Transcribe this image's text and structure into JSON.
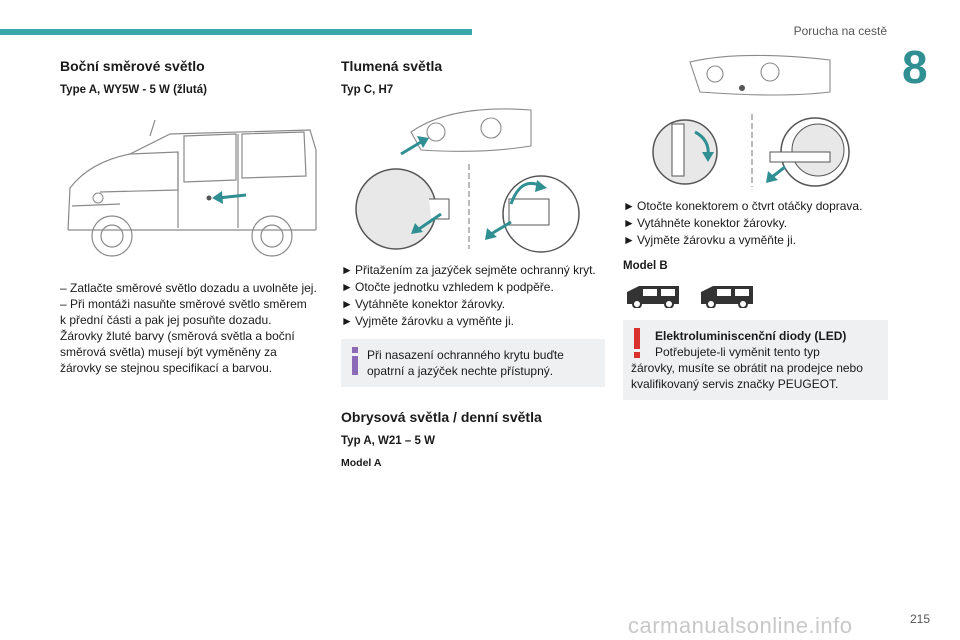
{
  "header": {
    "chapter_title": "Porucha na cestě",
    "chapter_number": "8",
    "accent_color": "#3aa7a9"
  },
  "col1": {
    "heading": "Boční směrové světlo",
    "subheading": "Type A, WY5W - 5 W (žlutá)",
    "lines": [
      "– Zatlačte směrové světlo dozadu a uvolněte jej.",
      "– Při montáži nasuňte směrové světlo směrem",
      "k přední části a pak jej posuňte dozadu.",
      "Žárovky žluté barvy (směrová světla a boční",
      "směrová světla) musejí být vyměněny za",
      "žárovky se stejnou specifikací a barvou."
    ]
  },
  "col2": {
    "heading": "Tlumená světla",
    "subheading": "Typ C, H7",
    "bullets": [
      "Přitažením za jazýček sejměte ochranný kryt.",
      "Otočte jednotku vzhledem k podpěře.",
      "Vytáhněte konektor žárovky.",
      "Vyjměte žárovku a vyměňte ji."
    ],
    "info_lines": [
      "Při nasazení ochranného krytu buďte",
      "opatrní a jazýček nechte přístupný."
    ],
    "heading2": "Obrysová světla / denní světla",
    "subheading2": "Typ A, W21 – 5 W",
    "model": "Model A"
  },
  "col3": {
    "bullets": [
      "Otočte konektorem o čtvrt otáčky doprava.",
      "Vytáhněte konektor žárovky.",
      "Vyjměte žárovku a vyměňte ji."
    ],
    "model": "Model B",
    "warning_title": "Elektroluminiscenční diody (LED)",
    "warning_lines": [
      "Potřebujete-li vyměnit tento typ",
      "žárovky, musíte se obrátit na prodejce nebo",
      "kvalifikovaný servis značky PEUGEOT."
    ]
  },
  "bullet_marker": "►",
  "footer": {
    "page_number": "215",
    "watermark": "carmanualsonline.info"
  }
}
